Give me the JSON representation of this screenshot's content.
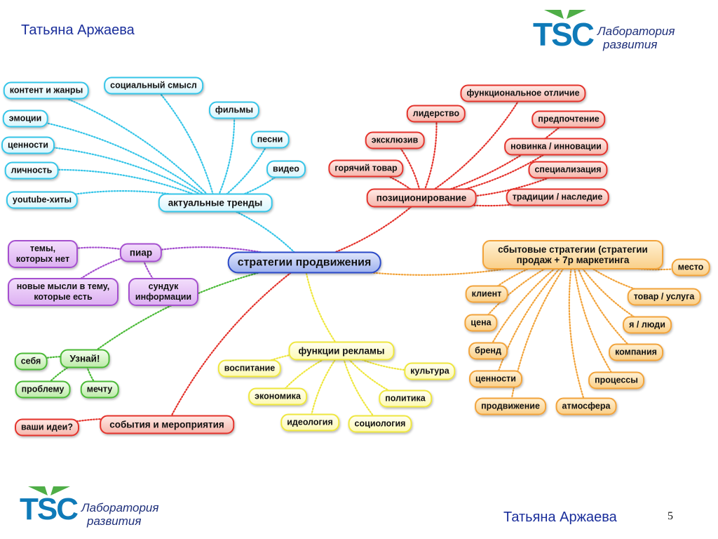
{
  "header": {
    "author": "Татьяна Аржаева"
  },
  "footer": {
    "author": "Татьяна Аржаева",
    "page_number": "5"
  },
  "logo": {
    "mark": "TSC",
    "line1": "Лаборатория",
    "line2": "развития",
    "mark_color": "#0f7ab8",
    "leaf_color": "#4fae47"
  },
  "colors": {
    "blue": "#35c5e8",
    "red": "#e4322b",
    "orange": "#f2a33a",
    "yellow": "#efe73e",
    "purple": "#a54fcf",
    "green": "#4aba36",
    "root": "#2a49c8"
  },
  "mindmap": {
    "root": "стратегии продвижения",
    "trends": {
      "label": "актуальные тренды",
      "items": [
        "контент и жанры",
        "социальный смысл",
        "фильмы",
        "эмоции",
        "песни",
        "ценности",
        "видео",
        "личность",
        "youtube-хиты"
      ]
    },
    "positioning": {
      "label": "позиционирование",
      "items": [
        "функциональное отличие",
        "лидерство",
        "предпочтение",
        "эксклюзив",
        "новинка / инновации",
        "горячий товар",
        "специализация",
        "традиции / наследие"
      ]
    },
    "sales": {
      "label": "сбытовые стратегии (стратегии продаж + 7р маркетинга",
      "items": [
        "место",
        "клиент",
        "товар / услуга",
        "цена",
        "я / люди",
        "бренд",
        "компания",
        "ценности",
        "процессы",
        "продвижение",
        "атмосфера"
      ]
    },
    "pr": {
      "label": "пиар",
      "items": [
        "темы, которых нет",
        "новые мысли в тему, которые есть",
        "сундук информации"
      ]
    },
    "advertising": {
      "label": "функции рекламы",
      "items": [
        "воспитание",
        "культура",
        "экономика",
        "политика",
        "идеология",
        "социология"
      ]
    },
    "learn": {
      "label": "Узнай!",
      "items": [
        "себя",
        "проблему",
        "мечту"
      ]
    },
    "events": {
      "label": "события и мероприятия",
      "items": [
        "ваши идеи?"
      ]
    }
  }
}
